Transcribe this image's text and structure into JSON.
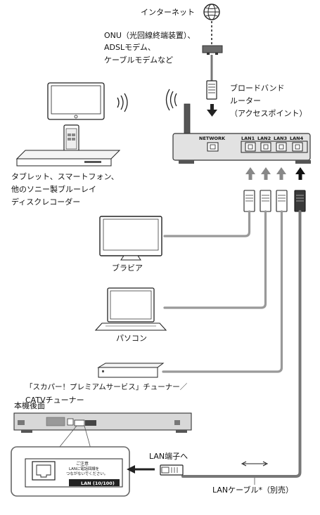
{
  "labels": {
    "internet": "インターネット",
    "modem_line1": "ONU（光回線終端装置）、",
    "modem_line2": "ADSLモデム、",
    "modem_line3": "ケーブルモデムなど",
    "router_line1": "ブロードバンド",
    "router_line2": "ルーター",
    "router_line3": "（アクセスポイント）",
    "tablet_line1": "タブレット、スマートフォン、",
    "tablet_line2": "他のソニー製ブルーレイ",
    "tablet_line3": "ディスクレコーダー",
    "tv": "ブラビア",
    "pc": "パソコン",
    "stb_line1": "「スカパー！プレミアムサービス」チューナー／",
    "stb_line2": "CATVチューナー",
    "rear_panel": "本機後面",
    "lan_terminal": "LAN端子へ",
    "lan_cable": "LANケーブル*（別売）"
  },
  "router_ports": {
    "network": "NETWORK",
    "lan1": "LAN1",
    "lan2": "LAN2",
    "lan3": "LAN3",
    "lan4": "LAN4"
  },
  "inset": {
    "caution_title": "ご注意",
    "caution_line1": "LANに電話回線を",
    "caution_line2": "つながないでください。",
    "port_label": "LAN (10/100)"
  },
  "icons": [
    "globe-icon",
    "wifi-signal-icon",
    "ethernet-plug-icon",
    "arrow-up-icon",
    "arrow-down-icon",
    "double-arrow-icon"
  ]
}
